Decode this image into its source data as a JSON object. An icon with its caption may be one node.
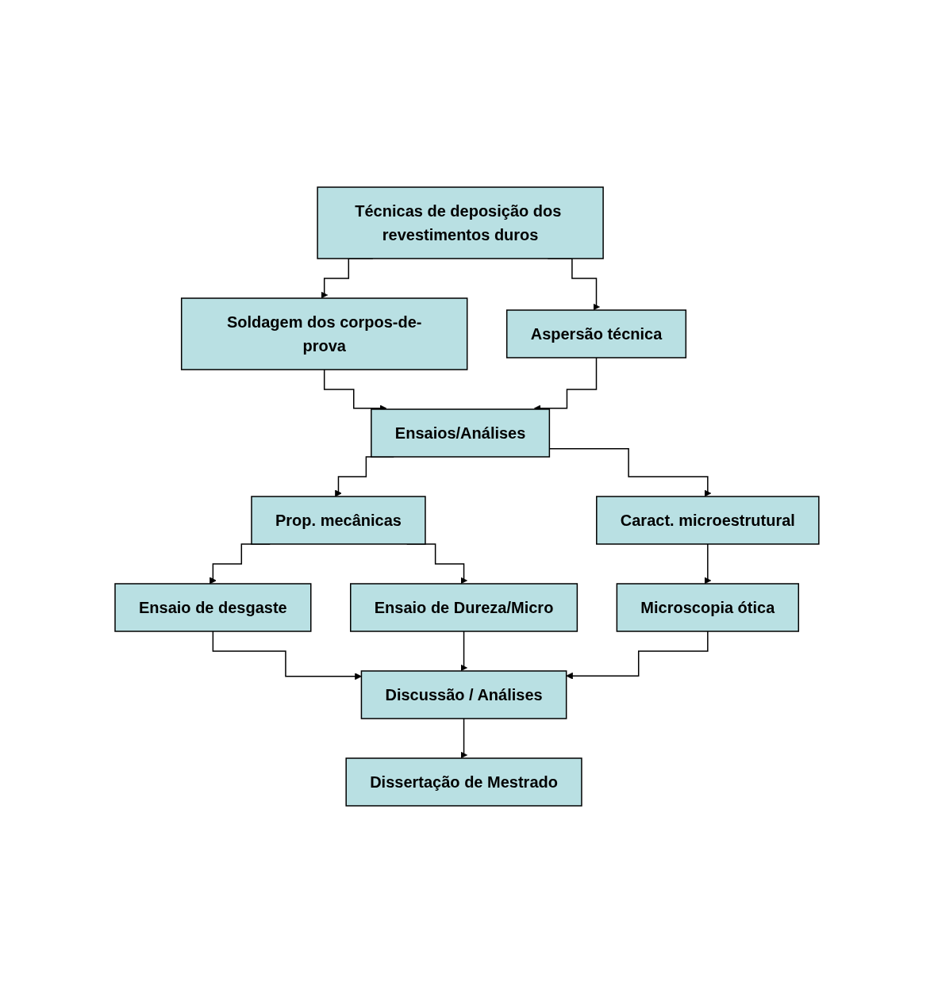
{
  "diagram": {
    "nodes": [
      {
        "text": [
          "Técnicas de deposição dos revestimentos duros"
        ]
      },
      {
        "text": [
          "Soldagem dos corpos-de-prova"
        ]
      },
      {
        "text": [
          "Aspersão técnica"
        ]
      },
      {
        "text": [
          "Ensaios/Análises"
        ]
      },
      {
        "text": [
          "Prop. mecânicas"
        ]
      },
      {
        "text": [
          "Caract. microestrutural"
        ]
      },
      {
        "text": [
          "Ensaio de desgaste"
        ]
      },
      {
        "text": [
          "Ensaio de Dureza/Micro"
        ]
      },
      {
        "text": [
          "Microscopia ótica"
        ]
      },
      {
        "text": [
          "Discussão / Análises"
        ]
      },
      {
        "text": [
          "Dissertação de Mestrado"
        ]
      }
    ],
    "edges": [
      {
        "from": 0,
        "to": 1,
        "arrow": "to"
      },
      {
        "from": 0,
        "to": 2,
        "arrow": "to"
      },
      {
        "from": 1,
        "to": 3,
        "arrow": "to"
      },
      {
        "from": 2,
        "to": 3,
        "arrow": "to"
      },
      {
        "from": 3,
        "to": 4,
        "arrow": "to"
      },
      {
        "from": 3,
        "to": 5,
        "arrow": "to"
      },
      {
        "from": 4,
        "to": 6,
        "arrow": "to"
      },
      {
        "from": 4,
        "to": 7,
        "arrow": "to"
      },
      {
        "from": 5,
        "to": 8,
        "arrow": "to"
      },
      {
        "from": 6,
        "to": 9,
        "arrow": "to"
      },
      {
        "from": 7,
        "to": 9,
        "arrow": "to"
      },
      {
        "from": 8,
        "to": 9,
        "arrow": "to"
      },
      {
        "from": 9,
        "to": 10,
        "arrow": "to"
      }
    ]
  }
}
